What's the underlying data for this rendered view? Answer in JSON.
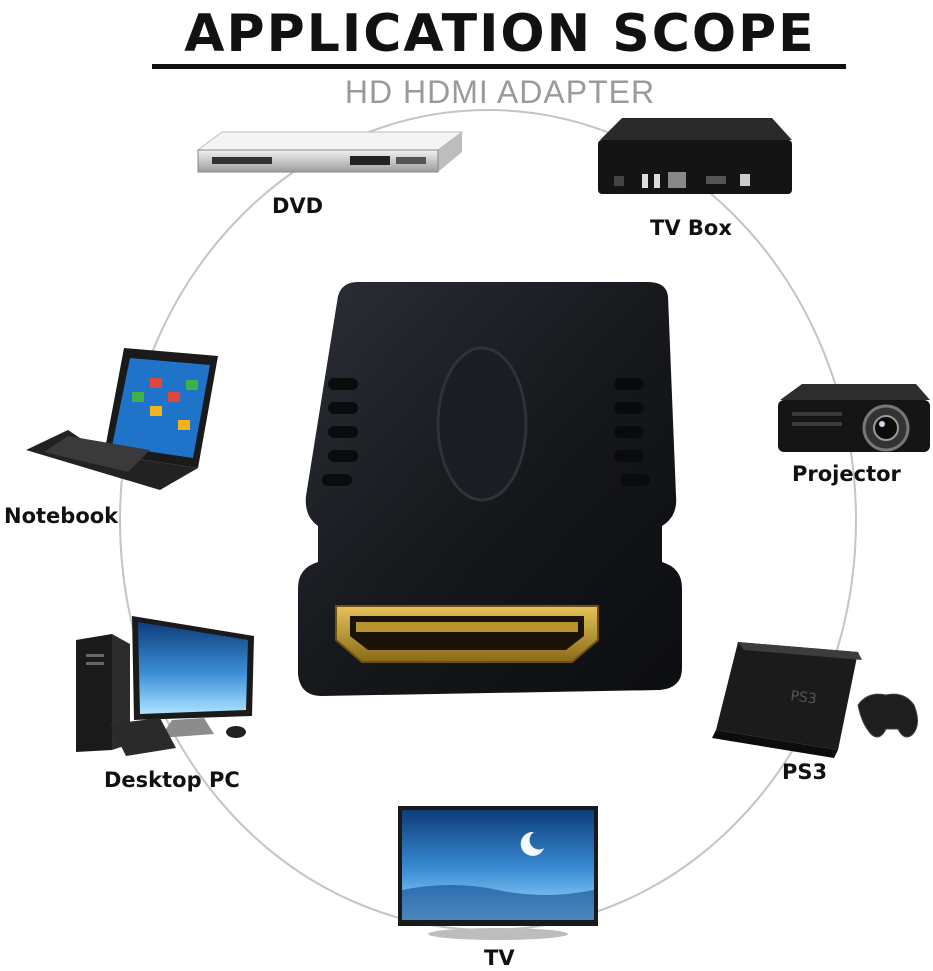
{
  "header": {
    "title": "APPLICATION SCOPE",
    "subtitle": "HD HDMI ADAPTER"
  },
  "devices": [
    {
      "label": "DVD",
      "icon": "dvd-player-icon"
    },
    {
      "label": "TV Box",
      "icon": "tv-box-icon"
    },
    {
      "label": "Projector",
      "icon": "projector-icon"
    },
    {
      "label": "PS3",
      "icon": "ps3-console-icon"
    },
    {
      "label": "TV",
      "icon": "tv-icon"
    },
    {
      "label": "Desktop PC",
      "icon": "desktop-pc-icon"
    },
    {
      "label": "Notebook",
      "icon": "notebook-icon"
    }
  ],
  "center_product": "hdmi-female-adapter",
  "colors": {
    "title": "#111111",
    "subtitle": "#9a9a9a",
    "ring": "#bdbdbd",
    "adapter": "#1c1f24",
    "connector": "#c9a233"
  }
}
